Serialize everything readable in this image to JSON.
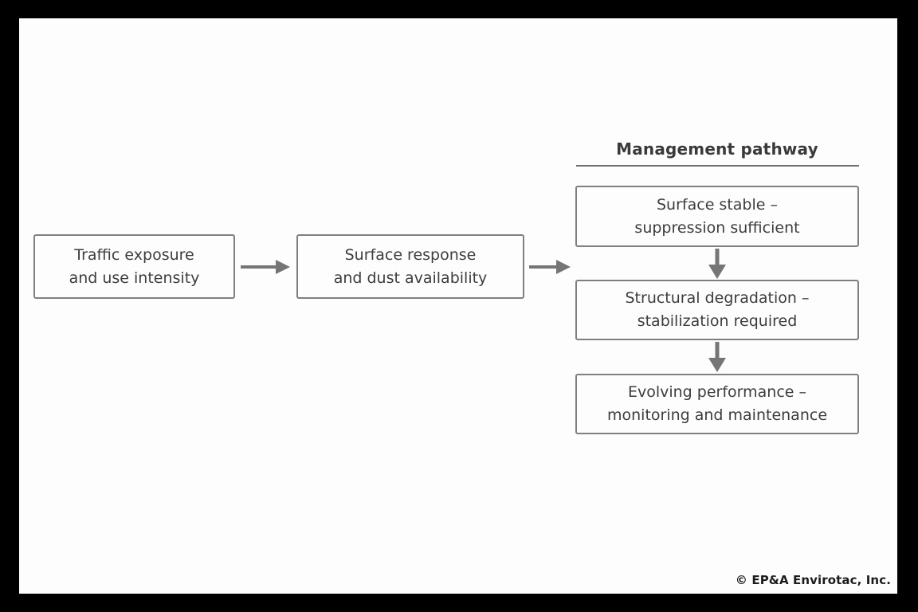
{
  "diagram": {
    "flow": [
      {
        "label": "Traffic exposure\nand use intensity"
      },
      {
        "label": "Surface response\nand dust availability"
      }
    ],
    "pathway": {
      "title": "Management pathway",
      "steps": [
        {
          "label": "Surface stable –\nsuppression sufficient"
        },
        {
          "label": "Structural degradation –\nstabilization required"
        },
        {
          "label": "Evolving performance –\nmonitoring and maintenance"
        }
      ]
    },
    "copyright": "© EP&A Envirotac, Inc.",
    "colors": {
      "box_border": "#7f7f7f",
      "text": "#3d3d3d",
      "arrow": "#757575",
      "canvas_bg": "#fdfdfd",
      "frame_bg": "#000000",
      "underline": "#6e6e6e",
      "copyright": "#1c1c1c"
    }
  }
}
